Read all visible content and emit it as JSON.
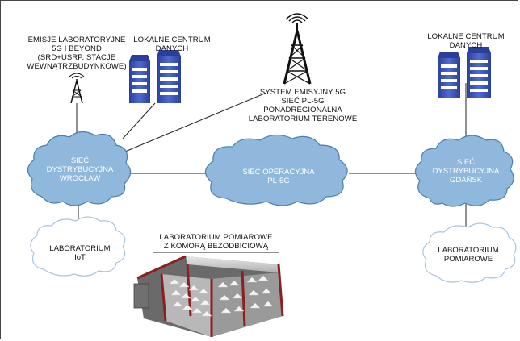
{
  "nodes": {
    "emisje": {
      "line1": "EMISJE LABORATORYJNE",
      "line2": "5G I BEYOND",
      "line3": "(SRD+USRP, STACJE",
      "line4": "WEWNĄTRZBUDYNKOWE)"
    },
    "dc_left": {
      "line1": "LOKALNE CENTRUM",
      "line2": "DANYCH"
    },
    "system": {
      "line1": "SYSTEM EMISYJNY 5G",
      "line2": "SIEĆ PL-5G",
      "line3": "PONADREGIONALNA",
      "line4": "LABORATORIUM TERENOWE"
    },
    "dc_right": {
      "line1": "LOKALNE CENTRUM",
      "line2": "DANYCH"
    },
    "siec_wroclaw": {
      "line1": "SIEĆ",
      "line2": "DYSTRYBUCYJNA",
      "line3": "WROCŁAW"
    },
    "siec_operacyjna": {
      "line1": "SIEĆ OPERACYJNA",
      "line2": "PL-5G"
    },
    "siec_gdansk": {
      "line1": "SIEĆ",
      "line2": "DYSTRYBUCYJNA",
      "line3": "GDAŃSK"
    },
    "lab_iot": {
      "line1": "LABORATORIUM",
      "line2": "IoT"
    },
    "lab_pomiarowe_komora": {
      "line1": "LABORATORIUM POMIAROWE",
      "line2": "Z KOMORĄ BEZODBICIOWĄ"
    },
    "lab_pomiarowe": {
      "line1": "LABORATORIUM",
      "line2": "POMIAROWE"
    }
  },
  "colors": {
    "cloud_fill": "#8fb8dc",
    "cloud_stroke": "#4a7fb0",
    "cloud_white_stroke": "#a8c4de",
    "building_fill": "#3b54b8",
    "window_fill": "#ffffff",
    "chamber_red": "#8a2020",
    "line": "#222222"
  }
}
